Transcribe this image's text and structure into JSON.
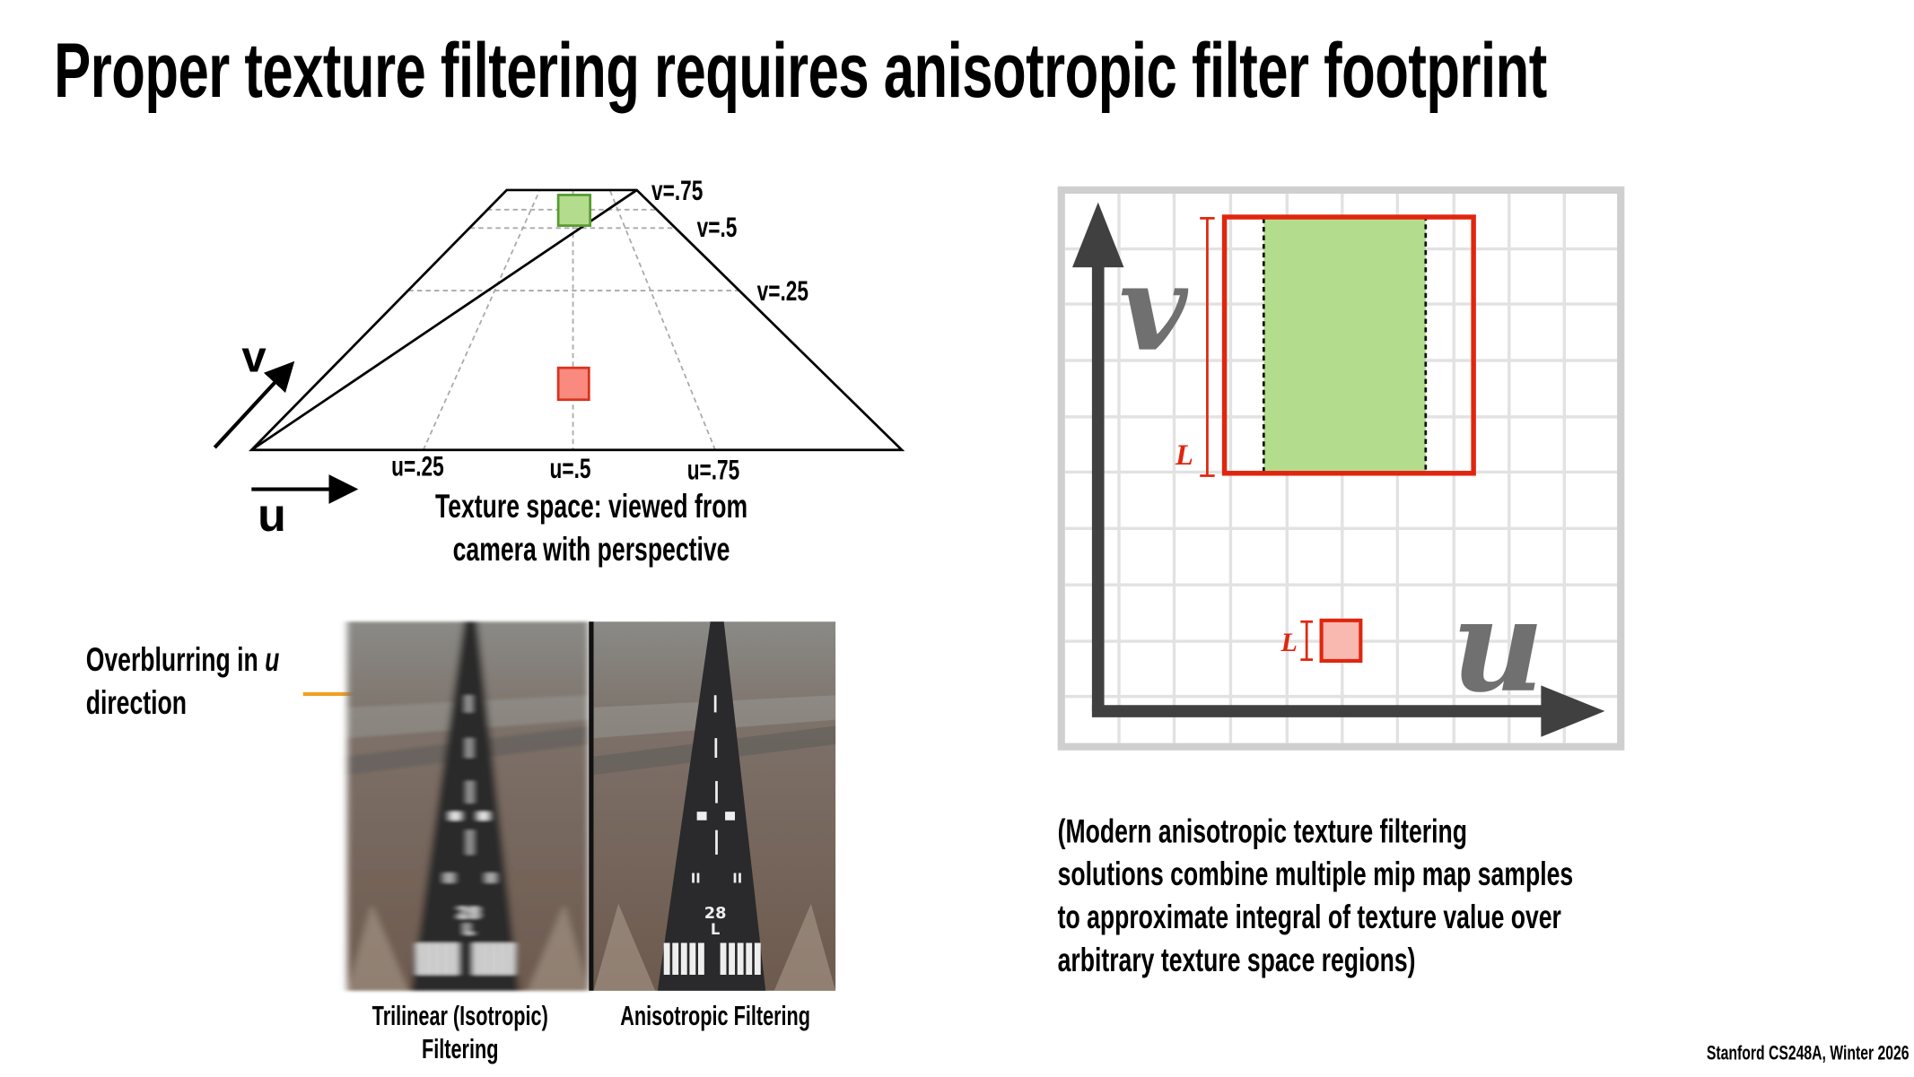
{
  "title": "Proper texture filtering requires anisotropic filter footprint",
  "texture_space": {
    "axis_v": "v",
    "axis_u": "u",
    "v_labels": [
      "v=.75",
      "v=.5",
      "v=.25"
    ],
    "u_labels": [
      "u=.25",
      "u=.5",
      "u=.75"
    ],
    "caption_line1": "Texture space: viewed from",
    "caption_line2": "camera with perspective",
    "colors": {
      "green": "#b3dd8c",
      "green_stroke": "#5a9a32",
      "red": "#fa8a80",
      "red_stroke": "#d9331c"
    }
  },
  "comparison": {
    "annotation_line1": "Overblurring in",
    "annotation_italic": "u",
    "annotation_line2": "direction",
    "arrow_color": "#f0a020",
    "left_caption_line1": "Trilinear (Isotropic)",
    "left_caption_line2": "Filtering",
    "right_caption": "Anisotropic Filtering",
    "runway_number": "28",
    "runway_letter": "L"
  },
  "footprint_diagram": {
    "axis_v": "v",
    "axis_u": "u",
    "large_extent_label": "L",
    "small_extent_label": "L",
    "colors": {
      "red": "#e0260e",
      "green": "#b3dd8c",
      "pink": "#f9b8b0",
      "axis": "#404040"
    }
  },
  "note_lines": [
    "(Modern anisotropic texture filtering",
    "solutions combine multiple mip map samples",
    "to approximate integral of texture value over",
    "arbitrary texture space regions)"
  ],
  "footer": "Stanford CS248A, Winter 2026"
}
